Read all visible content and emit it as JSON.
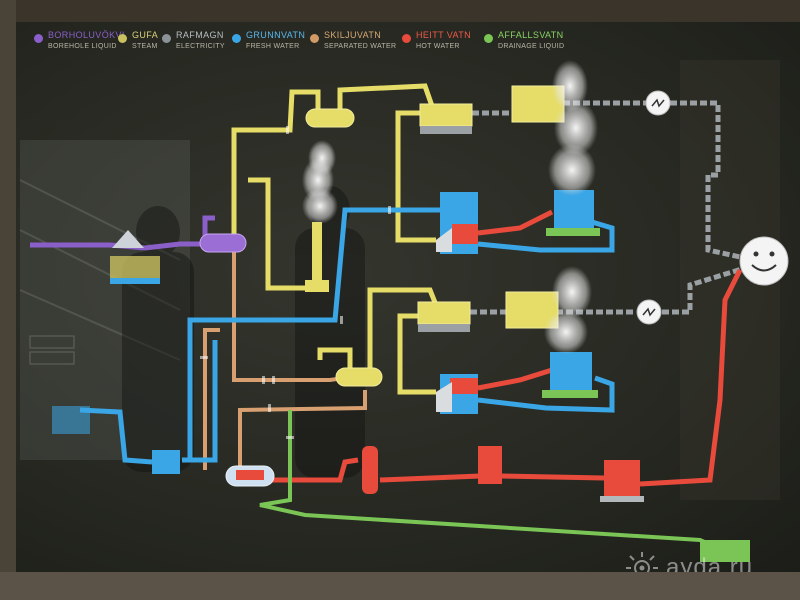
{
  "legend": [
    {
      "name": "BORHOLUVÖKVI",
      "sub": "BOREHOLE LIQUID",
      "color": "#8a5fc9"
    },
    {
      "name": "GUFA",
      "sub": "STEAM",
      "color": "#c9c060"
    },
    {
      "name": "RAFMAGN",
      "sub": "ELECTRICITY",
      "color": "#8c9398"
    },
    {
      "name": "GRUNNVATN",
      "sub": "FRESH WATER",
      "color": "#3aa6e6"
    },
    {
      "name": "SKILJUVATN",
      "sub": "SEPARATED WATER",
      "color": "#d19a66"
    },
    {
      "name": "HEITT VATN",
      "sub": "HOT WATER",
      "color": "#e84a3c"
    },
    {
      "name": "AFFALLSVATN",
      "sub": "DRAINAGE LIQUID",
      "color": "#7ac555"
    }
  ],
  "colors": {
    "borehole": "#8a5fc9",
    "steam": "#e6dd68",
    "electricity": "#9aa0a4",
    "fresh": "#3aa6e6",
    "separated": "#d8a070",
    "hot": "#e84a3c",
    "drain": "#7ac555"
  },
  "watermark": {
    "text": "ayda.ru"
  }
}
